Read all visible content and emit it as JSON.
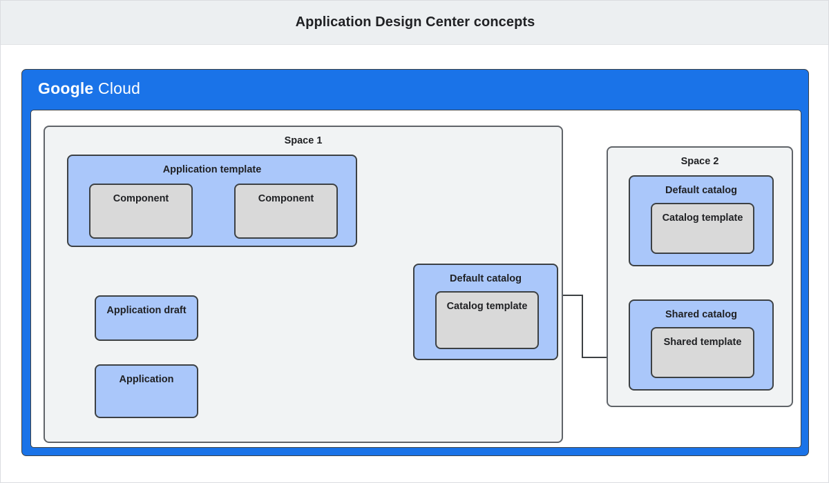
{
  "header": {
    "title": "Application Design Center concepts"
  },
  "cloud": {
    "logo_primary": "Google",
    "logo_secondary": "Cloud"
  },
  "diagram": {
    "type": "architecture-block-diagram",
    "spaces": [
      {
        "id": "space-1",
        "label": "Space 1",
        "children": [
          {
            "id": "application-template",
            "label": "Application template",
            "style": "blue",
            "children": [
              {
                "id": "component-left",
                "label": "Component",
                "style": "grey"
              },
              {
                "id": "component-right",
                "label": "Component",
                "style": "grey"
              }
            ]
          },
          {
            "id": "application-draft",
            "label": "Application draft",
            "style": "blue",
            "children": []
          },
          {
            "id": "application",
            "label": "Application",
            "style": "blue",
            "children": []
          },
          {
            "id": "default-catalog-s1",
            "label": "Default catalog",
            "style": "blue",
            "children": [
              {
                "id": "catalog-template-s1",
                "label": "Catalog template",
                "style": "grey"
              }
            ]
          }
        ]
      },
      {
        "id": "space-2",
        "label": "Space 2",
        "children": [
          {
            "id": "default-catalog-s2",
            "label": "Default catalog",
            "style": "blue",
            "children": [
              {
                "id": "catalog-template-s2",
                "label": "Catalog template",
                "style": "grey"
              }
            ]
          },
          {
            "id": "shared-catalog",
            "label": "Shared catalog",
            "style": "blue",
            "children": [
              {
                "id": "shared-template",
                "label": "Shared template",
                "style": "grey"
              }
            ]
          }
        ]
      }
    ],
    "connections": [
      {
        "from": "component-left",
        "to": "component-right",
        "kind": "bidirectional"
      },
      {
        "from": "application-template",
        "to": "application-draft",
        "kind": "directed"
      },
      {
        "from": "application-draft",
        "to": "application",
        "kind": "directed"
      },
      {
        "from": "application-template",
        "to": "catalog-template-s1",
        "kind": "directed"
      },
      {
        "from": "default-catalog-s1",
        "to": "shared-catalog",
        "kind": "directed"
      }
    ]
  },
  "colors": {
    "header_background": "#eceff1",
    "cloud_blue": "#1a73e8",
    "node_blue": "#aac7fa",
    "node_grey": "#d9d9d9",
    "space_grey": "#f1f3f4",
    "stroke": "#3c4043",
    "text": "#202124"
  }
}
